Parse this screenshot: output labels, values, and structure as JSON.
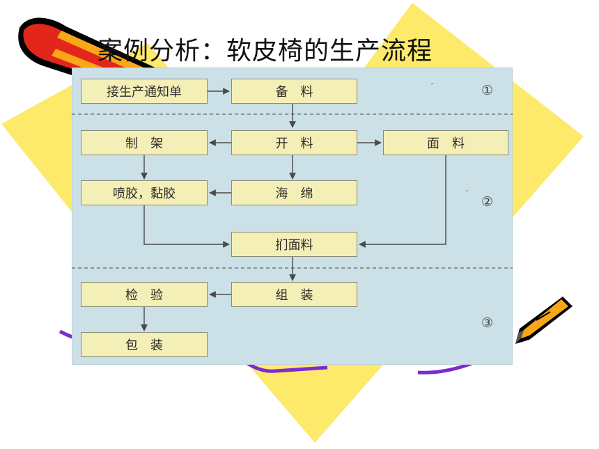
{
  "slide": {
    "title": "案例分析：软皮椅的生产流程",
    "colors": {
      "yellow": "#fde96a",
      "purple": "#7b2bd4",
      "panel": "#cbe0e7",
      "box": "#f4efb7",
      "crayon_red": "#e3261c",
      "pencil_orange": "#f7a718"
    },
    "icons": [
      "crayon-icon",
      "pencil-icon"
    ]
  },
  "flow": {
    "steps": {
      "receive": "接生产通知单",
      "prepare": "备　料",
      "frame": "制　架",
      "cut": "开　料",
      "cover": "面　料",
      "glue": "喷胶，黏胶",
      "sponge": "海　绵",
      "upholster": "扪面料",
      "inspect": "检　验",
      "assemble": "组　装",
      "pack": "包　装"
    },
    "stages": [
      "①",
      "②",
      "③"
    ],
    "marks": [
      "′",
      "′"
    ]
  }
}
